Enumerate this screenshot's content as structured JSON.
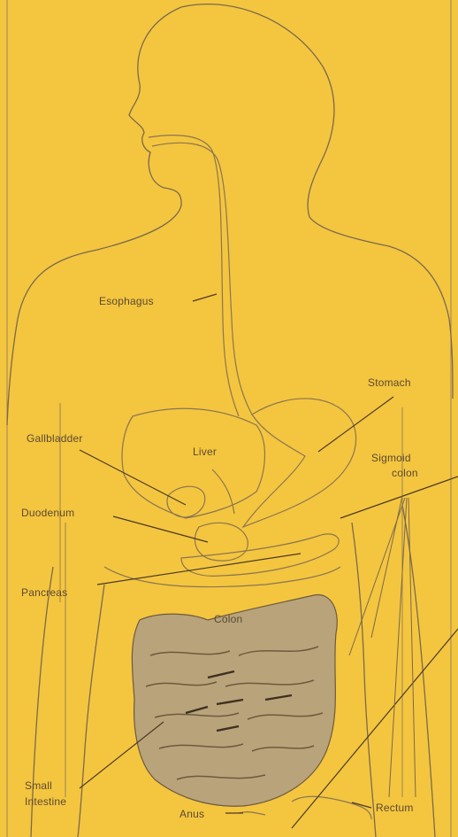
{
  "labels": {
    "esophagus": "Esophagus",
    "stomach": "Stomach",
    "gallbladder": "Gallbladder",
    "liver": "Liver",
    "sigmoid_colon_line1": "Sigmoid",
    "sigmoid_colon_line2": "colon",
    "duodenum": "Duodenum",
    "pancreas": "Pancreas",
    "colon": "Colon",
    "small_intestine_line1": "Small",
    "small_intestine_line2": "Intestine",
    "anus": "Anus",
    "rectum": "Rectum"
  },
  "colors": {
    "background": "#f4c53f",
    "outline": "#7a6a4c",
    "intestine_fill": "#b9a37a",
    "intestine_dark": "#6d5a3e",
    "label_text": "#5a4a32"
  }
}
